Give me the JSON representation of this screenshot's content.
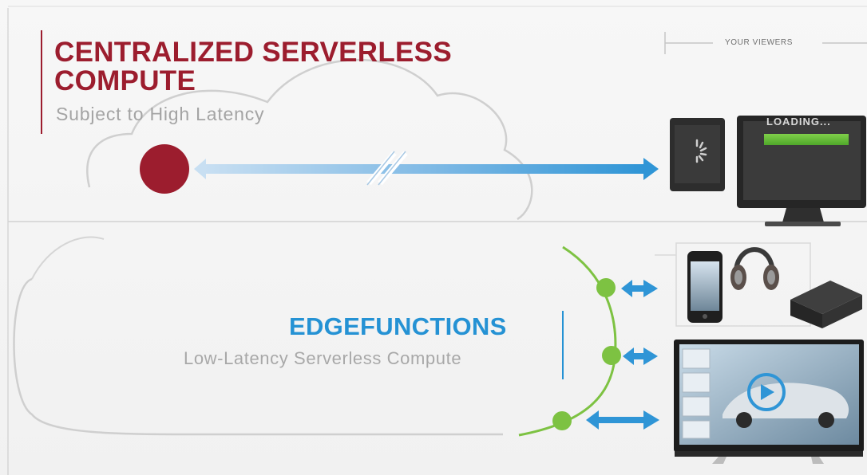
{
  "top_section": {
    "title": "CENTRALIZED SERVERLESS COMPUTE",
    "title_line1": "CENTRALIZED SERVERLESS",
    "title_line2": "COMPUTE",
    "subtitle": "Subject to High Latency",
    "viewers_label": "YOUR VIEWERS",
    "monitor_screen_text": "LOADING..."
  },
  "bottom_section": {
    "title": "EDGEFUNCTIONS",
    "subtitle": "Low-Latency Serverless Compute"
  },
  "devices": {
    "top": [
      "tablet-icon",
      "desktop-monitor-icon"
    ],
    "bottom": [
      "smartphone-icon",
      "headphones-icon",
      "set-top-box-icon",
      "television-icon"
    ]
  },
  "colors": {
    "centralized_red": "#9c1d2e",
    "edge_blue": "#2592d4",
    "edge_green": "#7dc242",
    "connector_blue": "#2f95d6",
    "subtitle_gray": "#a4a4a4"
  }
}
